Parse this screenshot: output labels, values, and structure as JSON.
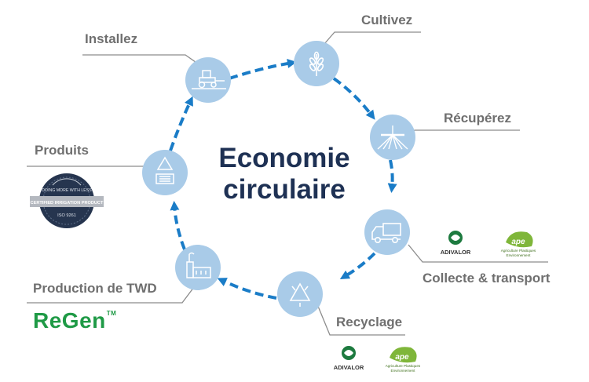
{
  "diagram": {
    "title_line1": "Economie",
    "title_line2": "circulaire",
    "steps": [
      {
        "label": "Cultivez",
        "icon": "wheat-icon"
      },
      {
        "label": "Récupérez",
        "icon": "irrigation-drip-icon"
      },
      {
        "label": "Collecte & transport",
        "icon": "truck-icon"
      },
      {
        "label": "Recyclage",
        "icon": "recycle-icon"
      },
      {
        "label": "Production de TWD",
        "icon": "factory-icon"
      },
      {
        "label": "Produits",
        "icon": "recycled-product-icon"
      },
      {
        "label": "Installez",
        "icon": "tractor-icon"
      }
    ]
  },
  "logos": {
    "adivalor": "ADIVALOR",
    "ape": "ape",
    "ape_sub_line1": "Agriculture Plastiques",
    "ape_sub_line2": "Environnement",
    "regen": "ReGen",
    "regen_tm": "TM",
    "badge_line1": "DOING MORE WITH LESS",
    "badge_line2": "CERTIFIED IRRIGATION PRODUCT",
    "badge_line3": "ISO 9261"
  },
  "colors": {
    "arrow": "#1a7cc7",
    "node": "#a9cbe8",
    "title": "#1e3154",
    "label": "#6f6f6f",
    "regen": "#1f9a46"
  }
}
